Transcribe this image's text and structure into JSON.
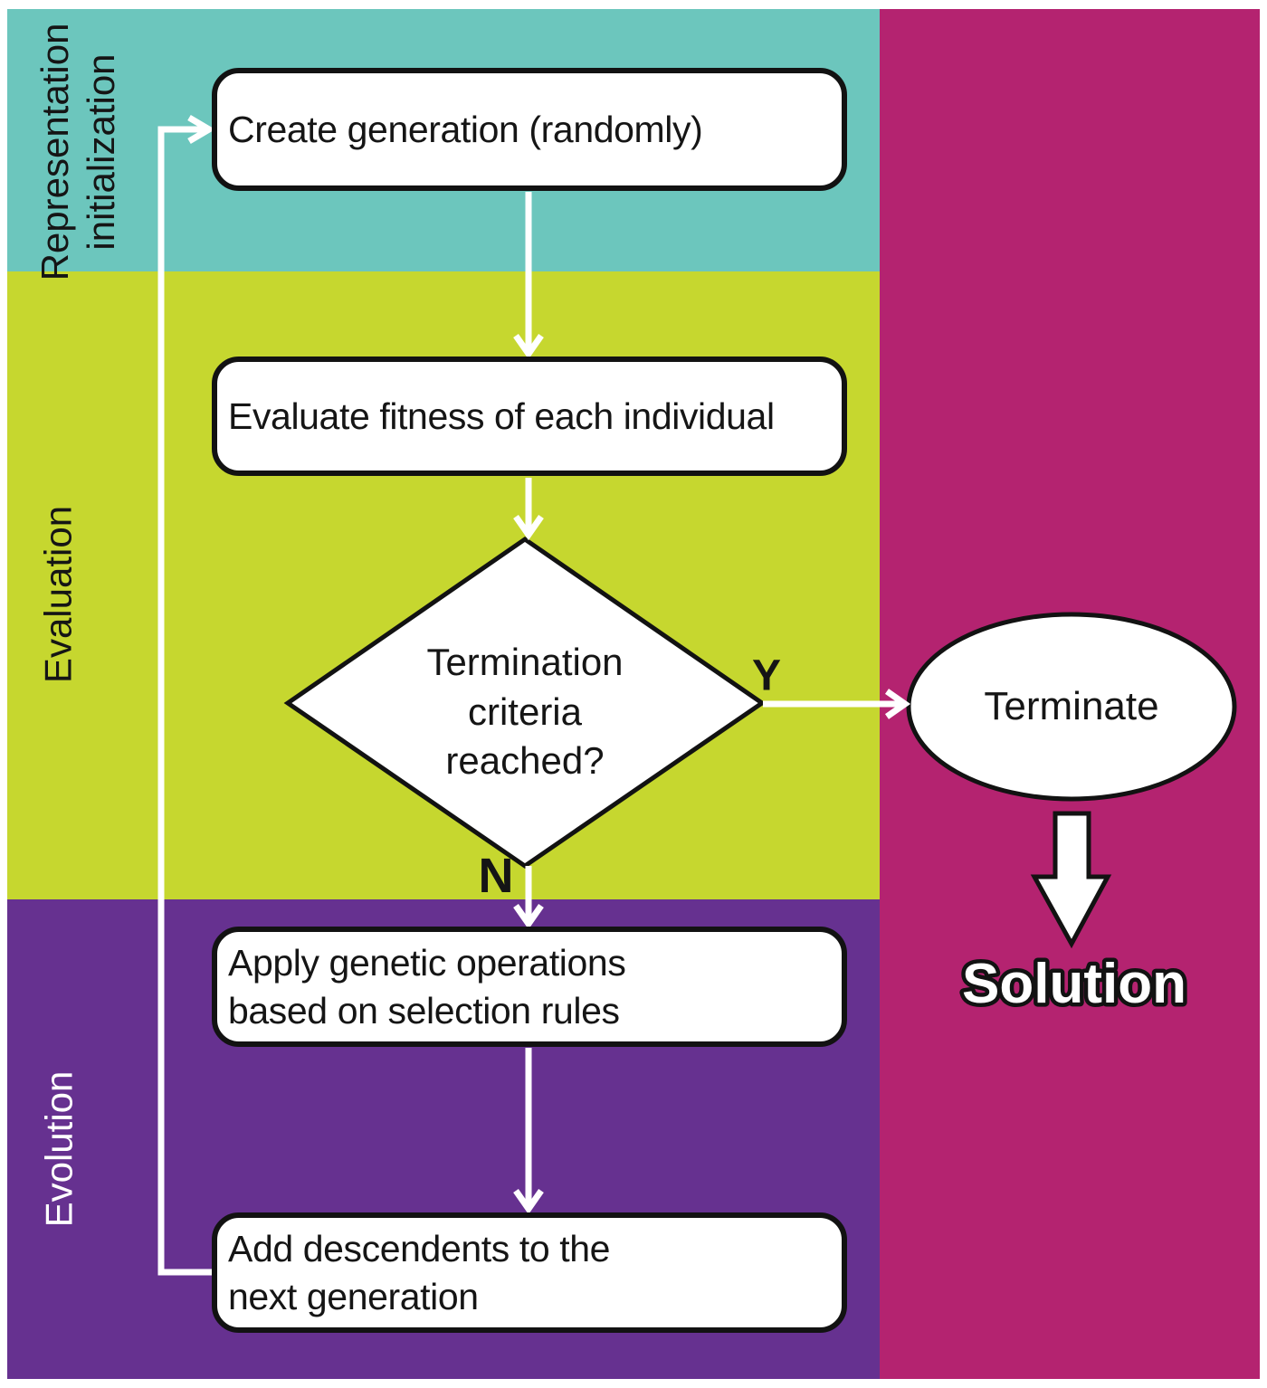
{
  "sections": {
    "representation": {
      "label": "Representation\ninitialization"
    },
    "evaluation": {
      "label": "Evaluation"
    },
    "evolution": {
      "label": "Evolution"
    }
  },
  "nodes": {
    "create": {
      "label": "Create generation (randomly)"
    },
    "evaluate": {
      "label": "Evaluate fitness of each individual"
    },
    "decision": {
      "label": "Termination\ncriteria\nreached?"
    },
    "apply": {
      "label": "Apply genetic operations\nbased on selection rules"
    },
    "add": {
      "label": "Add descendents to the\nnext generation"
    },
    "terminate": {
      "label": "Terminate"
    }
  },
  "branches": {
    "yes": "Y",
    "no": "N"
  },
  "result": {
    "label": "Solution"
  },
  "colors": {
    "representation_band": "#6cc6bd",
    "evaluation_band": "#c6d72f",
    "evolution_band": "#663190",
    "solution_band": "#b42370",
    "node_fill": "#ffffff",
    "node_border": "#121212",
    "connector": "#ffffff",
    "text": "#151515"
  }
}
